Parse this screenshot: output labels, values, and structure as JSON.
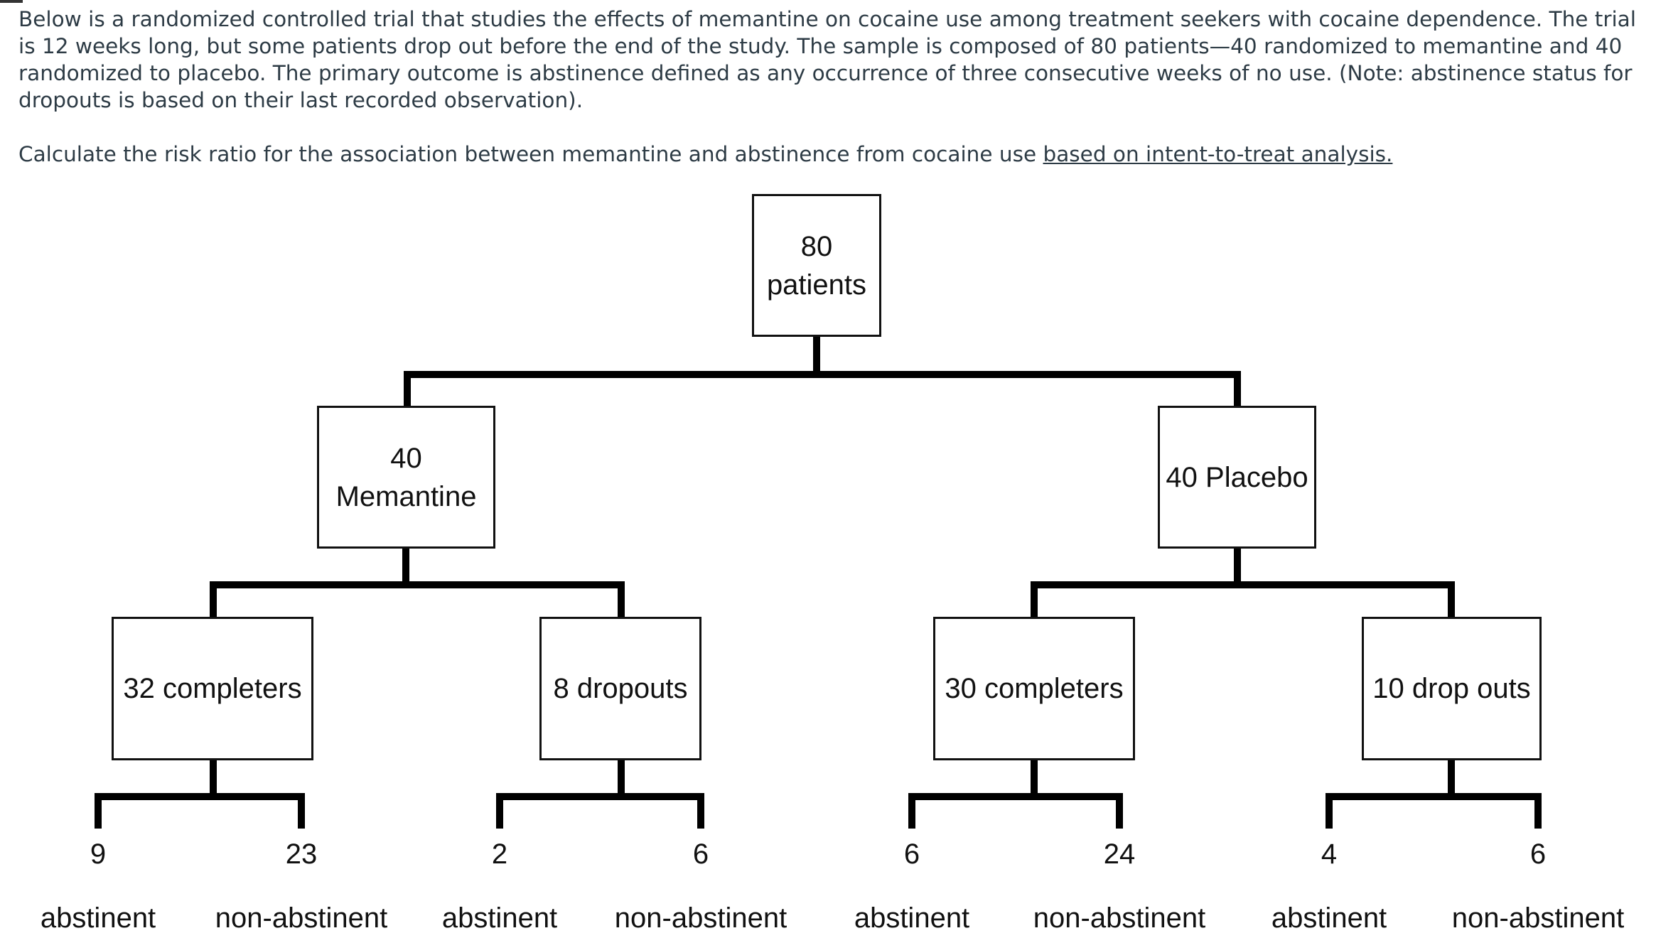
{
  "question": {
    "paragraph1": "Below is a randomized controlled trial that studies the effects of memantine on cocaine use among treatment seekers with cocaine dependence.  The trial is 12 weeks long, but some patients drop out before the end of the study.  The sample is composed of 80 patients—40 randomized to memantine and 40 randomized to placebo.  The primary outcome is abstinence defined as any occurrence of three consecutive weeks of no use.  (Note: abstinence status for dropouts is based on their last recorded observation).",
    "paragraph2_prefix": "Calculate the risk ratio for the association between memantine and abstinence from cocaine use ",
    "paragraph2_underlined": "based on intent-to-treat analysis."
  },
  "diagram": {
    "root": "80\npatients",
    "arms": [
      {
        "label": "40\nMemantine",
        "groups": [
          {
            "label": "32 completers",
            "outcomes": [
              {
                "count": "9",
                "label": "abstinent"
              },
              {
                "count": "23",
                "label": "non-abstinent"
              }
            ]
          },
          {
            "label": "8 dropouts",
            "outcomes": [
              {
                "count": "2",
                "label": "abstinent"
              },
              {
                "count": "6",
                "label": "non-abstinent"
              }
            ]
          }
        ]
      },
      {
        "label": "40 Placebo",
        "groups": [
          {
            "label": "30 completers",
            "outcomes": [
              {
                "count": "6",
                "label": "abstinent"
              },
              {
                "count": "24",
                "label": "non-abstinent"
              }
            ]
          },
          {
            "label": "10 drop outs",
            "outcomes": [
              {
                "count": "4",
                "label": "abstinent"
              },
              {
                "count": "6",
                "label": "non-abstinent"
              }
            ]
          }
        ]
      }
    ]
  }
}
